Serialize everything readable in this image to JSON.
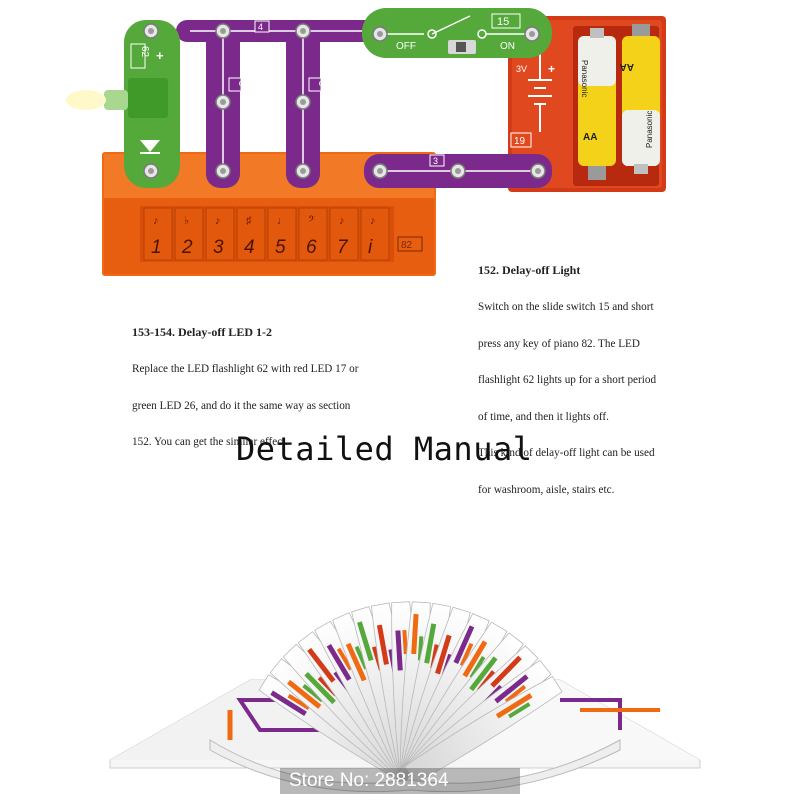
{
  "circuit": {
    "parts": {
      "led_id": "62",
      "led_plus": "+",
      "wire_top_id": "4",
      "wire_left_id": "3",
      "wire_right_id": "3",
      "wire_bottom_id": "3",
      "switch_id": "15",
      "switch_off": "OFF",
      "switch_on": "ON",
      "battery_id": "19",
      "battery_voltage": "3V",
      "battery_plus": "+",
      "battery_brand": "Panasonic",
      "battery_size": "AA",
      "piano_id": "82"
    },
    "piano_keys": [
      "1",
      "2",
      "3",
      "4",
      "5",
      "6",
      "7",
      "i"
    ],
    "piano_notes": [
      "♪",
      "♭",
      "♪",
      "♯",
      "♩",
      "𝄢",
      "♪",
      "♪"
    ]
  },
  "text": {
    "section_152_title": "152. Delay-off Light",
    "section_152_lines": [
      "Switch on the slide switch 15 and short",
      "press any key of piano 82. The LED",
      "flashlight 62 lights up for a short period",
      "of time, and then it lights off.",
      "This kind of delay-off light can be used",
      "for washroom, aisle, stairs etc."
    ],
    "section_153_title": "153-154. Delay-off LED 1-2",
    "section_153_lines": [
      "Replace the LED flashlight 62 with red LED 17 or",
      "green LED 26, and do it the same way as section",
      "152. You can get the similar effect."
    ]
  },
  "heading": "Detailed Manual",
  "store_label": "Store No: 2881364",
  "colors": {
    "orange": "#f06a14",
    "purple": "#7b2a8c",
    "green": "#55a83a",
    "red": "#d23a18",
    "battery_yellow": "#f5d21a"
  }
}
